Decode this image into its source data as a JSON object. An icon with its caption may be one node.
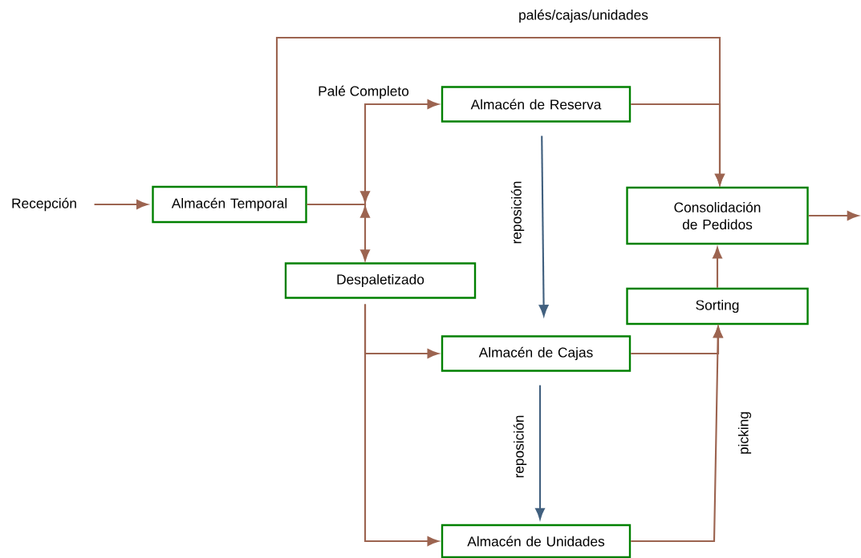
{
  "diagram": {
    "nodes": [
      {
        "text": [
          "Recepción"
        ]
      },
      {
        "text": [
          "Almacén Temporal"
        ]
      },
      {
        "text": [
          "Almacén de Reserva"
        ]
      },
      {
        "text": [
          "Consolidación de Pedidos"
        ]
      },
      {
        "text": [
          "Despaletizado"
        ]
      },
      {
        "text": [
          "Sorting"
        ]
      },
      {
        "text": [
          "Almacén de Cajas"
        ]
      },
      {
        "text": [
          "Almacén de Unidades"
        ]
      }
    ],
    "edges": [
      {
        "from": 0,
        "to": 1,
        "arrow": "to"
      },
      {
        "from": 1,
        "to": 2,
        "arrow": "to",
        "label": "Palé Completo"
      },
      {
        "from": 1,
        "to": 4,
        "arrow": "to"
      },
      {
        "from": 1,
        "to": 3,
        "arrow": "to",
        "label": "palés/cajas/unidades"
      },
      {
        "from": 2,
        "to": 3,
        "arrow": "to"
      },
      {
        "from": 2,
        "to": 6,
        "arrow": "to",
        "label": "reposición",
        "color": "#41607f"
      },
      {
        "from": 4,
        "to": 6,
        "arrow": "to"
      },
      {
        "from": 4,
        "to": 7,
        "arrow": "to"
      },
      {
        "from": 6,
        "to": 7,
        "arrow": "to",
        "label": "reposición",
        "color": "#41607f"
      },
      {
        "from": 6,
        "to": 5,
        "arrow": "to"
      },
      {
        "from": 7,
        "to": 5,
        "arrow": "to",
        "label": "picking"
      },
      {
        "from": 5,
        "to": 3,
        "arrow": "to"
      },
      {
        "from": 3,
        "to": null,
        "arrow": "to"
      }
    ]
  }
}
